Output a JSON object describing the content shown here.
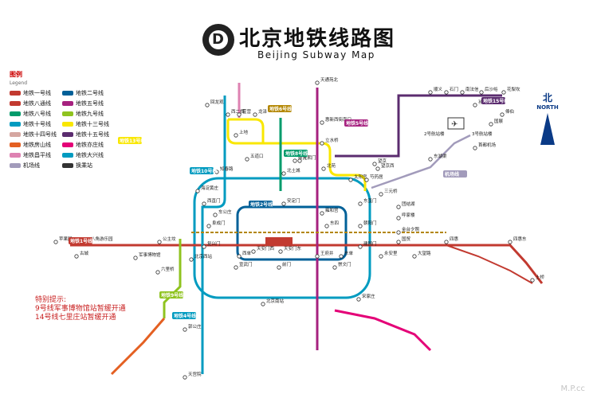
{
  "title": {
    "cn": "北京地铁线路图",
    "en": "Beijing  Subway  Map"
  },
  "logo_glyph": "D",
  "legend": {
    "title": "图例",
    "subtitle": "Legend",
    "items": [
      {
        "label": "地铁一号线",
        "color": "#c23a30"
      },
      {
        "label": "地铁二号线",
        "color": "#006098"
      },
      {
        "label": "地铁八通线",
        "color": "#c23a30"
      },
      {
        "label": "地铁五号线",
        "color": "#a6217f"
      },
      {
        "label": "地铁八号线",
        "color": "#009b6b"
      },
      {
        "label": "地铁九号线",
        "color": "#8fc31f"
      },
      {
        "label": "地铁十号线",
        "color": "#009bc0"
      },
      {
        "label": "地铁十三号线",
        "color": "#f9e700"
      },
      {
        "label": "地铁十四号线",
        "color": "#d5a7a1"
      },
      {
        "label": "地铁十五号线",
        "color": "#5b2c6f"
      },
      {
        "label": "地铁房山线",
        "color": "#e46022"
      },
      {
        "label": "地铁亦庄线",
        "color": "#e40077"
      },
      {
        "label": "地铁昌平线",
        "color": "#de82b2"
      },
      {
        "label": "地铁大兴线",
        "color": "#009bc0"
      },
      {
        "label": "机场线",
        "color": "#a29bbb"
      },
      {
        "label": "换乘站",
        "color": "#333333"
      }
    ]
  },
  "note": {
    "heading": "特别提示:",
    "lines": [
      "9号线军事博物馆站暂缓开通",
      "14号线七里庄站暂缓开通"
    ]
  },
  "north": {
    "cn": "北",
    "en": "NORTH"
  },
  "line_tags": [
    "地铁1号线",
    "地铁2号线",
    "地铁4号线",
    "地铁5号线",
    "地铁6号线",
    "地铁8号线",
    "地铁9号线",
    "地铁10号线",
    "地铁13号线",
    "地铁15号线",
    "机场线"
  ],
  "stations": [
    "天通苑北",
    "西直门",
    "东直门",
    "建国门",
    "复兴门",
    "宣武门",
    "崇文门",
    "前门",
    "公主坟",
    "军事博物馆",
    "国贸",
    "四惠",
    "望京",
    "雍和宫",
    "北京南站",
    "宋家庄",
    "苹果园",
    "八角游乐园",
    "古城",
    "四惠东",
    "土桥",
    "惠新西街南口",
    "知春路",
    "海淀黄庄",
    "北京西站",
    "六里桥",
    "郭公庄",
    "天宫院",
    "俸伯",
    "回龙观",
    "霍营",
    "立水桥",
    "北土城",
    "安定门",
    "朝阳门",
    "阜成门",
    "车公庄",
    "东四",
    "天安门东",
    "天安门西",
    "西单",
    "王府井",
    "东单",
    "永安里",
    "大望路",
    "金台夕照",
    "呼家楼",
    "团结湖",
    "三元桥",
    "芍药居",
    "太阳宫",
    "光熙门",
    "柳芳",
    "五道口",
    "上地",
    "西二旗",
    "龙泽",
    "北苑",
    "望京西",
    "东湖渠",
    "孙河",
    "国展",
    "花梨坎",
    "后沙峪",
    "南法信",
    "石门",
    "顺义",
    "首都机场"
  ],
  "airport": {
    "t2": "2号航站楼",
    "t3": "3号航站楼"
  },
  "watermark": "M.P.cc"
}
